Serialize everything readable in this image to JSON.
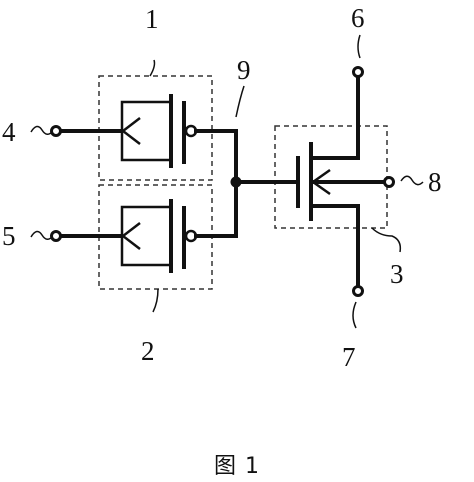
{
  "labels": {
    "box_1": "1",
    "box_2": "2",
    "box_3": "3",
    "terminal_4": "4",
    "terminal_5": "5",
    "terminal_6": "6",
    "terminal_7": "7",
    "terminal_8": "8",
    "node_9": "9"
  },
  "caption": "图 1"
}
